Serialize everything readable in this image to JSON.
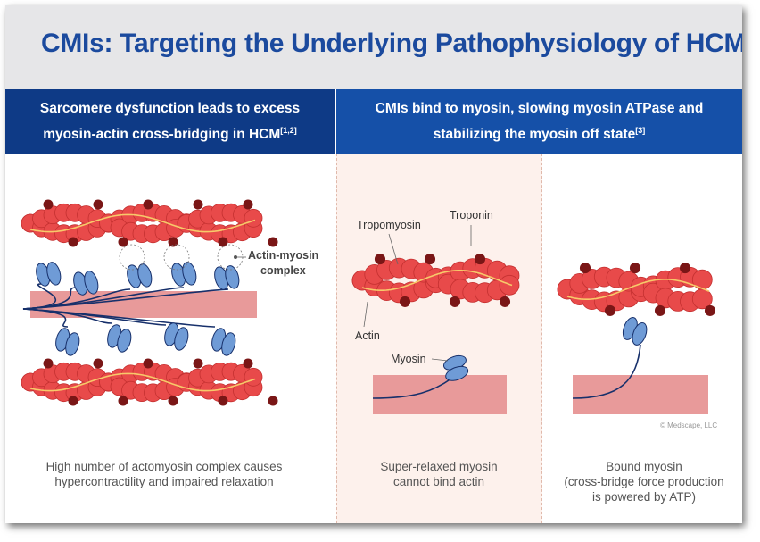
{
  "title": "CMIs: Targeting the Underlying Pathophysiology of HCM",
  "header_left": {
    "line1": "Sarcomere dysfunction leads to excess",
    "line2": "myosin-actin cross-bridging in HCM",
    "sup": "[1,2]"
  },
  "header_right": {
    "line1": "CMIs bind to myosin, slowing myosin ATPase and",
    "line2": "stabilizing the myosin off state",
    "sup": "[3]"
  },
  "labels": {
    "actin_myosin_complex_1": "Actin-myosin",
    "actin_myosin_complex_2": "complex",
    "tropomyosin": "Tropomyosin",
    "troponin": "Troponin",
    "actin": "Actin",
    "myosin": "Myosin"
  },
  "captions": {
    "left_1": "High number of actomyosin complex causes",
    "left_2": "hypercontractility and impaired relaxation",
    "mid_1": "Super-relaxed myosin",
    "mid_2": "cannot bind actin",
    "right_1": "Bound myosin",
    "right_2": "(cross-bridge force production",
    "right_3": "is powered by ATP)"
  },
  "copyright": "© Medscape, LLC",
  "colors": {
    "title": "#1b4a9e",
    "header_bg": "#0e3a86",
    "actin_red": "#e84a4a",
    "troponin": "#7a1616",
    "tropomyosin": "#f7c96a",
    "myosin_blue": "#6f9bd6",
    "thick_filament": "#e89a9a",
    "myosin_line": "#17306b"
  }
}
